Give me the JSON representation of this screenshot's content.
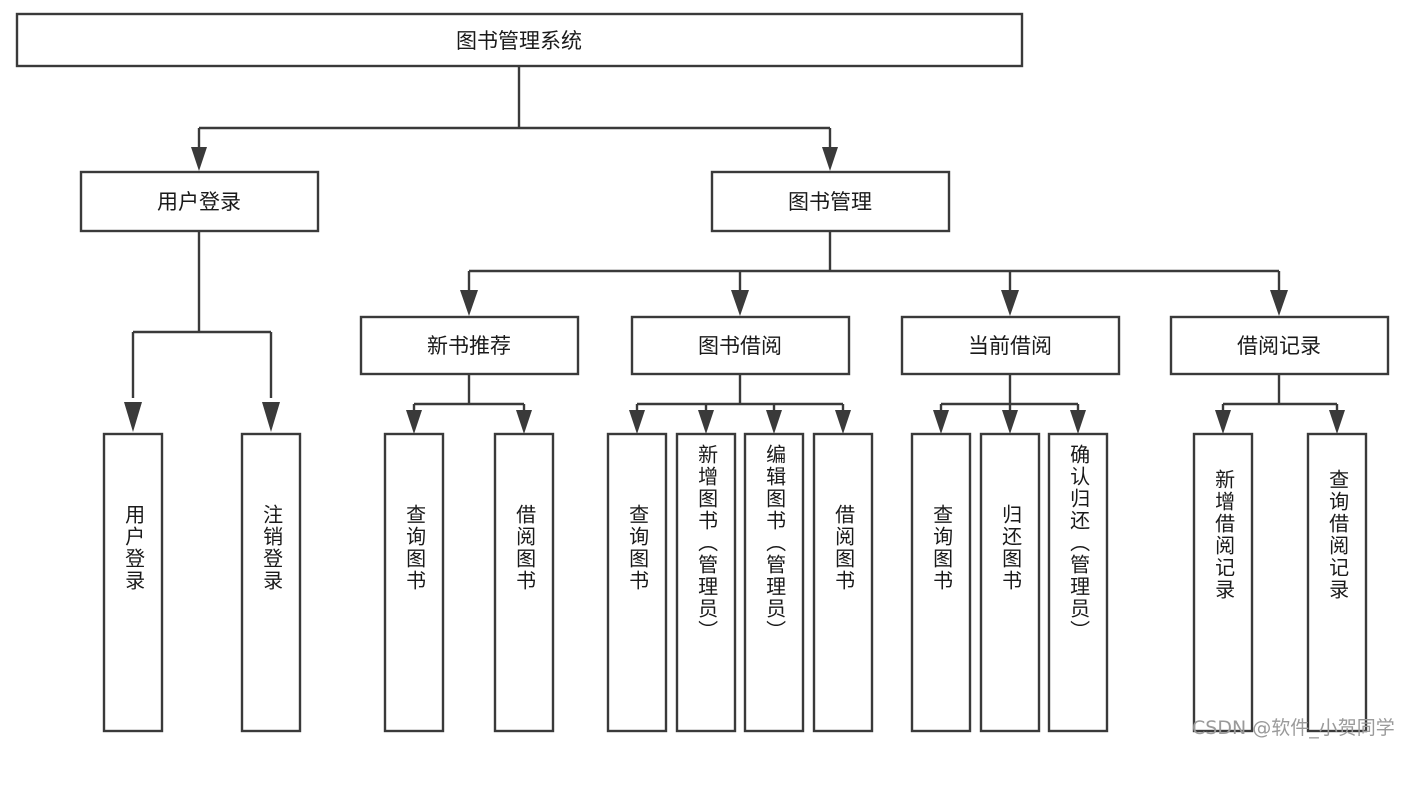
{
  "diagram": {
    "type": "tree-hierarchy",
    "orientation": "top-down",
    "root": {
      "id": "root",
      "label": "图书管理系统"
    },
    "level2": [
      {
        "id": "user-login",
        "label": "用户登录"
      },
      {
        "id": "book-manage",
        "label": "图书管理"
      }
    ],
    "level3": [
      {
        "id": "new-book-rec",
        "label": "新书推荐",
        "parent": "book-manage"
      },
      {
        "id": "book-borrow",
        "label": "图书借阅",
        "parent": "book-manage"
      },
      {
        "id": "current-borrow",
        "label": "当前借阅",
        "parent": "book-manage"
      },
      {
        "id": "borrow-record",
        "label": "借阅记录",
        "parent": "book-manage"
      }
    ],
    "leaves": [
      {
        "id": "leaf-user-login",
        "label": "用户登录",
        "parent": "user-login"
      },
      {
        "id": "leaf-logout-login",
        "label": "注销登录",
        "parent": "user-login"
      },
      {
        "id": "leaf-query-book-1",
        "label": "查询图书",
        "parent": "new-book-rec"
      },
      {
        "id": "leaf-borrow-book-1",
        "label": "借阅图书",
        "parent": "new-book-rec"
      },
      {
        "id": "leaf-query-book-2",
        "label": "查询图书",
        "parent": "book-borrow"
      },
      {
        "id": "leaf-add-book",
        "label": "新增图书（管理员）",
        "parent": "book-borrow"
      },
      {
        "id": "leaf-edit-book",
        "label": "编辑图书（管理员）",
        "parent": "book-borrow"
      },
      {
        "id": "leaf-borrow-book-2",
        "label": "借阅图书",
        "parent": "book-borrow"
      },
      {
        "id": "leaf-query-book-3",
        "label": "查询图书",
        "parent": "current-borrow"
      },
      {
        "id": "leaf-return-book",
        "label": "归还图书",
        "parent": "current-borrow"
      },
      {
        "id": "leaf-confirm-return",
        "label": "确认归还（管理员）",
        "parent": "current-borrow"
      },
      {
        "id": "leaf-add-record",
        "label": "新增借阅记录",
        "parent": "borrow-record"
      },
      {
        "id": "leaf-query-record",
        "label": "查询借阅记录",
        "parent": "borrow-record"
      }
    ],
    "colors": {
      "stroke": "#3a3a3a",
      "box_fill": "#ffffff",
      "text": "#1a1a1a",
      "background": "#ffffff",
      "watermark": "#9a9a9a"
    }
  },
  "watermark": {
    "text": "CSDN @软件_小贺同学"
  }
}
